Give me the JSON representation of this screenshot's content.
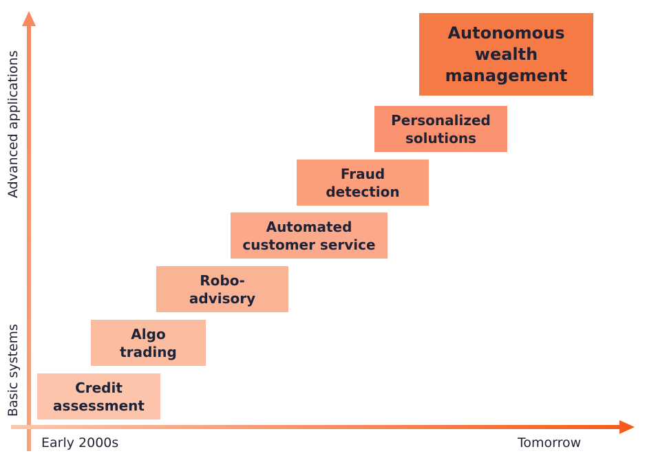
{
  "axes": {
    "y_top_label": "Advanced applications",
    "y_bottom_label": "Basic systems",
    "x_start_label": "Early 2000s",
    "x_end_label": "Tomorrow"
  },
  "steps": [
    {
      "label": "Credit\nassessment",
      "color": "#fcc4ab"
    },
    {
      "label": "Algo\ntrading",
      "color": "#fcbca0"
    },
    {
      "label": "Robo-\nadvisory",
      "color": "#fbb395"
    },
    {
      "label": "Automated\ncustomer service",
      "color": "#fba98a"
    },
    {
      "label": "Fraud\ndetection",
      "color": "#fa9e7c"
    },
    {
      "label": "Personalized\nsolutions",
      "color": "#fa9270"
    },
    {
      "label": "Autonomous\nwealth\nmanagement",
      "color": "#f57a45"
    }
  ],
  "colors": {
    "axis_start": "#fcc6ae",
    "axis_end": "#f55c1b",
    "text": "#1f2235"
  }
}
